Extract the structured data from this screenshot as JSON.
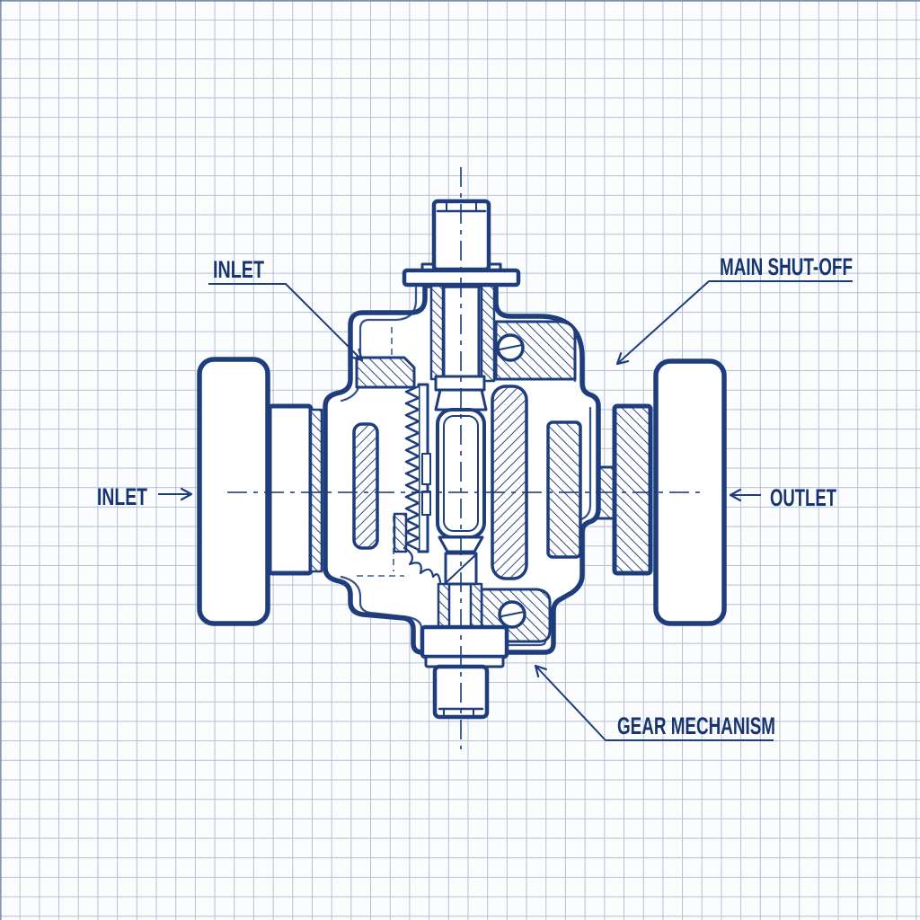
{
  "diagram": {
    "type": "blueprint-technical-drawing",
    "subject": "valve assembly cross-section on graph paper",
    "colors": {
      "ink": "#1e3d7c",
      "text": "#16356e",
      "grid": "#b0bfd6",
      "paper": "#fbfcfe"
    },
    "labels": {
      "inlet_top": "INLET",
      "main_shut_off": "MAIN SHUT-OFF",
      "inlet_side": "INLET",
      "outlet_side": "OUTLET",
      "gear_mechanism": "GEAR MECHANISM"
    }
  }
}
